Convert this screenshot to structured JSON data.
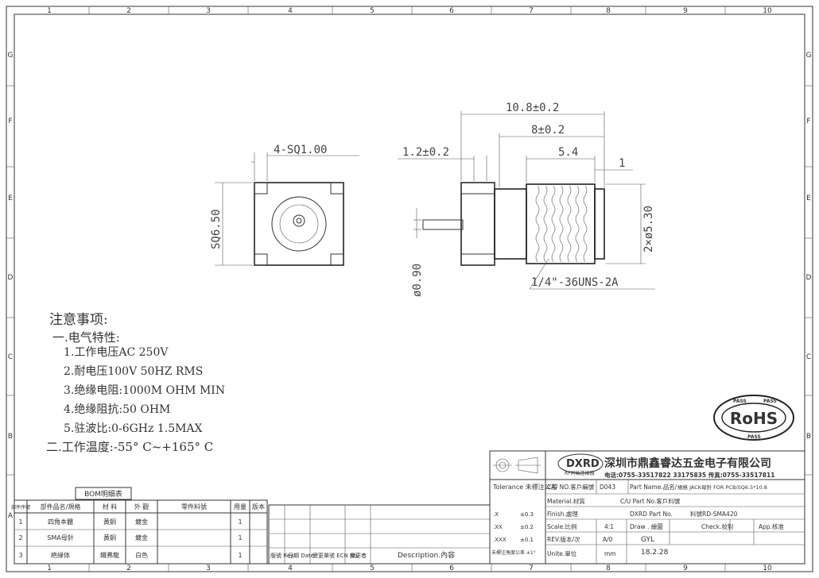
{
  "grid": {
    "cols": [
      "1",
      "2",
      "3",
      "4",
      "5",
      "6",
      "7",
      "8",
      "9",
      "10"
    ],
    "rows": [
      "G",
      "F",
      "E",
      "D",
      "C",
      "B",
      "A"
    ]
  },
  "dims": {
    "sq_pad": "4-SQ1.00",
    "sq_body": "SQ6.50",
    "pin_dia": "ø0.90",
    "total_len": "10.8±0.2",
    "thread_len": "8±0.2",
    "flange": "1.2±0.2",
    "shank": "5.4",
    "edge": "1",
    "thread_dia": "2×ø5.30",
    "thread_spec": "1/4\"-36UNS-2A"
  },
  "notes": {
    "title": "注意事项:",
    "items": [
      "一.电气特性:",
      "1.工作电压AC 250V",
      "2.耐电压100V 50HZ RMS",
      "3.绝缘电阻:1000M OHM MIN",
      "4.绝缘阻抗:50 OHM",
      "5.驻波比:0-6GHz  1.5MAX",
      "二.工作温度:-55° C~+165° C"
    ]
  },
  "rohs": {
    "label": "RoHS",
    "pass": "PASS"
  },
  "bom": {
    "title": "BOM明细表",
    "headers": [
      "部件序號",
      "部件品名/規格",
      "材 料",
      "外 觀",
      "零件料號",
      "用量",
      "版本"
    ],
    "rows": [
      [
        "1",
        "四角本體",
        "黃銅",
        "鍍金",
        "",
        "1",
        ""
      ],
      [
        "2",
        "SMA母針",
        "黃銅",
        "鍍金",
        "",
        "1",
        ""
      ],
      [
        "3",
        "絶緣体",
        "鐵弗龍",
        "白色",
        "",
        "1",
        ""
      ]
    ]
  },
  "rev": {
    "headers": [
      "版號 Rev.",
      "日期 Date.",
      "變更單號 ECN No.",
      "變更者",
      "Description.內容"
    ]
  },
  "title_block": {
    "logo": "DXRD",
    "logo_sub": "RF同轴连接器",
    "company": "深圳市鼎鑫睿达五金电子有限公司",
    "contact": "电话:0755-33517822 33175835 传真:0755-33517811",
    "tolerance_label": "Tolerance 未標注公差",
    "tolerances": [
      {
        "k": ".X",
        "v": "±0.3"
      },
      {
        "k": ".XX",
        "v": "±0.2"
      },
      {
        "k": ".XXX",
        "v": "±0.1"
      }
    ],
    "angle_tol": "未標注角度公差 ±1°",
    "fields": {
      "cu_no_label": "C/U NO.客戶編號",
      "cu_no": "D043",
      "part_name_label": "Part Name.品名/",
      "part_name": "規格 JACK母針 FOR PCB/SQ6.5*10.8",
      "material_label": "Material.材質",
      "cu_part_label": "C/U Part  No.客戶料號",
      "finish_label": "Finish.處理",
      "dxrd_part_label": "DXRD Part No.",
      "dxrd_part": "料號RD-SMA420",
      "scale_label": "Scale.比例",
      "scale": "4:1",
      "draw_label": "Draw . 繪圖",
      "check_label": "Check.校對",
      "app_label": "App.核准",
      "rev_label": "REV.版本/次",
      "rev": "A/0",
      "drawer": "GYL",
      "unit_label": "Unite.單位",
      "unit": "mm",
      "date": "18.2.28"
    }
  }
}
